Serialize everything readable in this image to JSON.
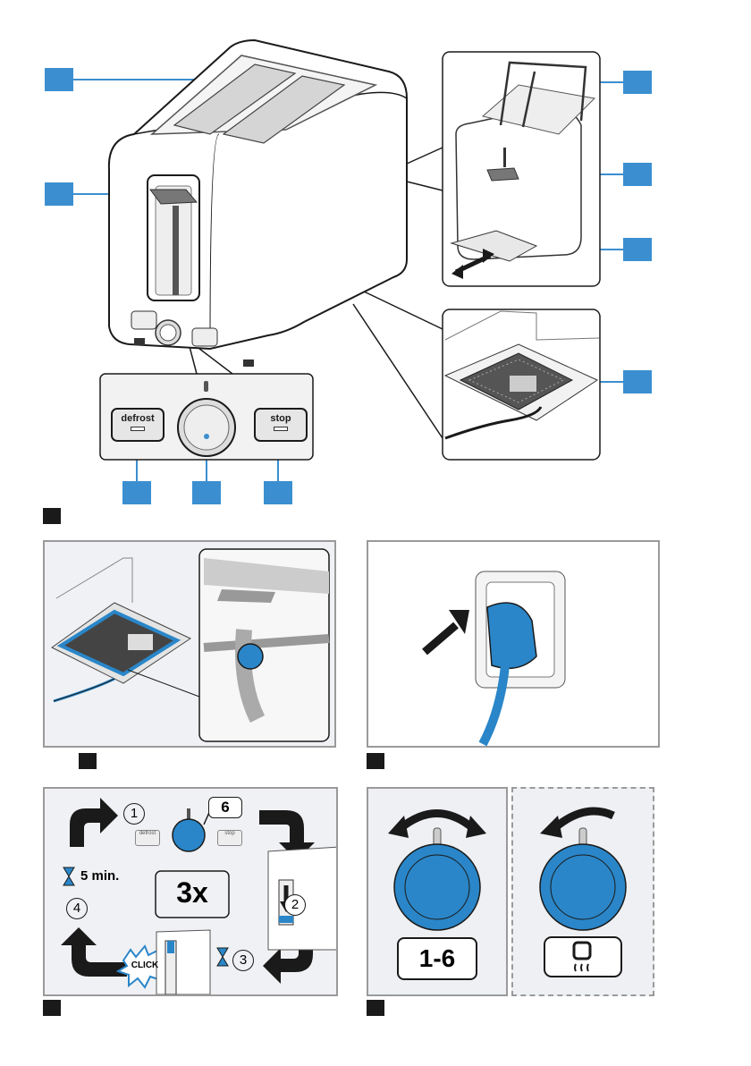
{
  "main_figure": {
    "buttons": {
      "defrost": "defrost",
      "stop": "stop"
    }
  },
  "usage_figure": {
    "steps": [
      "1",
      "2",
      "3",
      "4"
    ],
    "dial_setting": "6",
    "wait_time": "5 min.",
    "repeat": "3x",
    "click": "CLICK",
    "mini_defrost": "defrost",
    "mini_stop": "stop"
  },
  "settings_figure": {
    "level_range": "1-6"
  },
  "colors": {
    "accent_blue": "#2a86c8",
    "callout_blue": "#3b8fd0",
    "dark": "#1a1a1a",
    "panel_bg": "#eef0f3",
    "frame_gray": "#9a9a9a"
  }
}
